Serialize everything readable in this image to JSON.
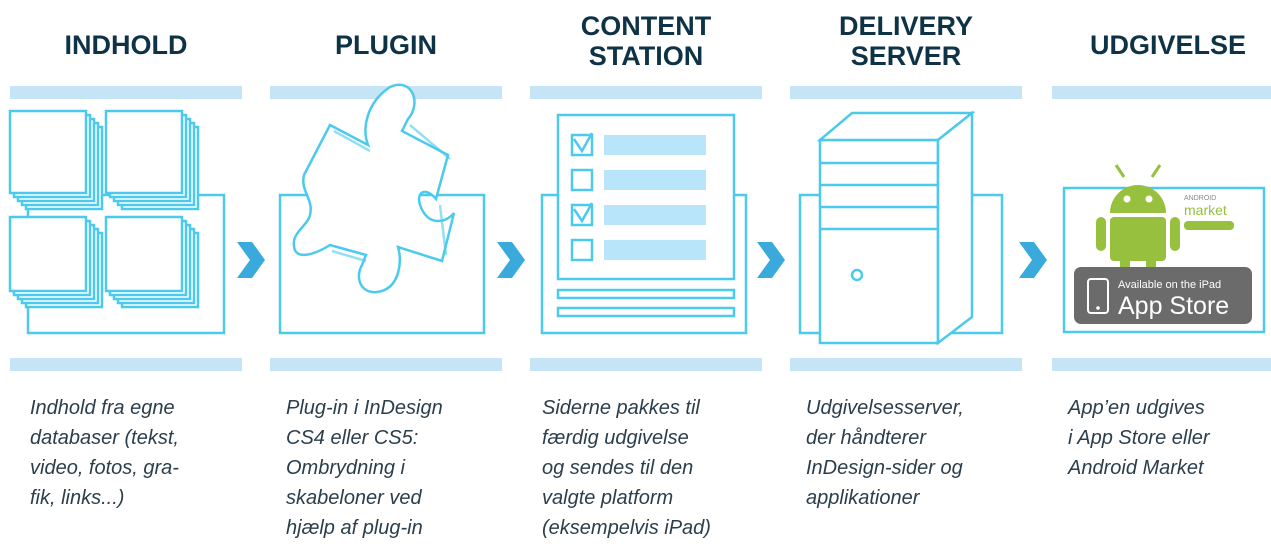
{
  "columns": [
    {
      "title": "INDHOLD",
      "description": "Indhold fra egne\ndatabaser (tekst,\nvideo, fotos, gra-\nfik, links...)",
      "icon": "stacked-pages-icon"
    },
    {
      "title": "PLUGIN",
      "description": "Plug-in i InDesign\nCS4 eller CS5:\nOmbrydning i\nskabeloner ved\nhjælp af plug-in",
      "icon": "puzzle-piece-icon"
    },
    {
      "title": "CONTENT\nSTATION",
      "description": "Siderne pakkes til\nfærdig udgivelse\nog sendes til den\nvalgte platform\n(eksempelvis iPad)",
      "icon": "checklist-icon"
    },
    {
      "title": "DELIVERY\nSERVER",
      "description": "Udgivelsesserver,\nder håndterer\nInDesign-sider og\napplikationer",
      "icon": "server-tower-icon"
    },
    {
      "title": "UDGIVELSE",
      "description": "App’en udgives\ni App Store eller\nAndroid Market",
      "icon": "app-stores-icon"
    }
  ],
  "badges": {
    "android_top": "ANDROID",
    "android_market": "market",
    "appstore_small": "Available on the iPad",
    "appstore_big": "App Store"
  },
  "colors": {
    "line": "#4ccaee",
    "bar": "#c5e4f6",
    "title": "#0f3346",
    "arrow": "#3aa9dc",
    "android_green": "#97c03e",
    "appstore_bg": "#6b6b6b"
  }
}
